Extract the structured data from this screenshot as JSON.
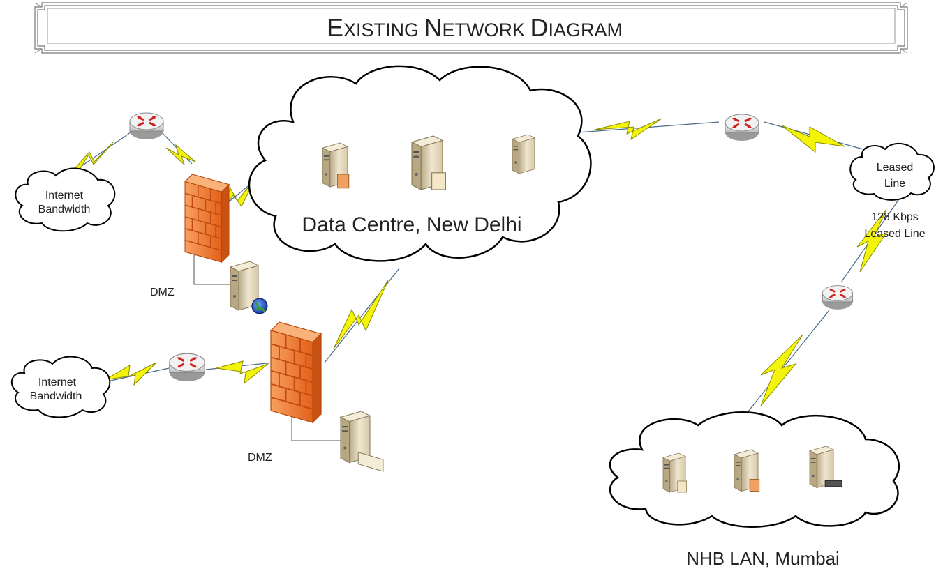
{
  "title": {
    "main": "Existing Network Diagram",
    "cap_letters": [
      "E",
      "N",
      "D"
    ],
    "small_parts": [
      "XISTING ",
      "ETWORK ",
      "IAGRAM"
    ]
  },
  "clouds": {
    "data_centre": "Data Centre, New Delhi",
    "internet_top_line1": "Internet",
    "internet_top_line2": "Bandwidth",
    "internet_bottom_line1": "Internet",
    "internet_bottom_line2": "Bandwidth",
    "leased_line1": "Leased",
    "leased_line2": "Line",
    "nhb_lan": "NHB LAN, Mumbai"
  },
  "labels": {
    "link_speed_line1": "128 Kbps",
    "link_speed_line2": "Leased Line",
    "dmz_top": "DMZ",
    "dmz_bottom": "DMZ"
  },
  "colors": {
    "bolt_fill": "#f4f40a",
    "bolt_stroke": "#8a8a00",
    "firewall": "#f07a2a",
    "server_body": "#e8dcc0",
    "router_body": "#e6e6e6",
    "router_arrow": "#d02020",
    "line": "#4a6a8a"
  }
}
